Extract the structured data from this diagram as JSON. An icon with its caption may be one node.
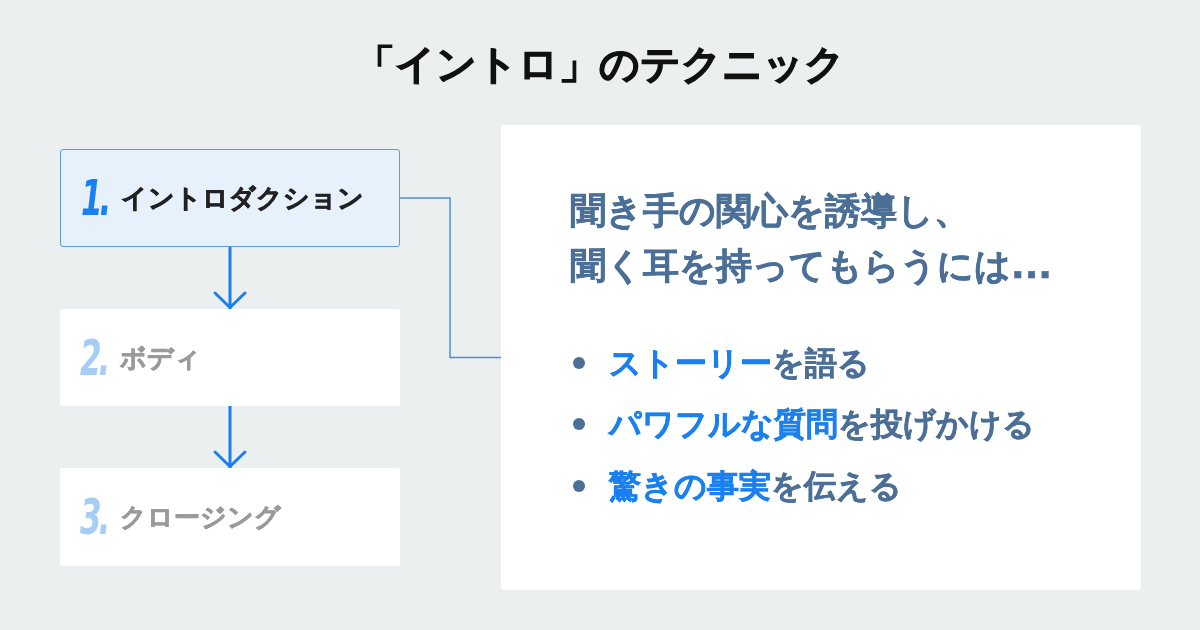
{
  "diagram": {
    "title": "「イントロ」のテクニック",
    "nodes": [
      {
        "text": [
          "1.",
          "イントロダクション"
        ]
      },
      {
        "text": [
          "2.",
          "ボディ"
        ]
      },
      {
        "text": [
          "3.",
          "クロージング"
        ]
      },
      {
        "text": [
          "聞き手の関心を誘導し、聞く耳を持ってもらうには...",
          "**ストーリー**を語る",
          "**パワフルな質問**を投げかける",
          "**驚きの事実**を伝える"
        ]
      }
    ],
    "edges": [
      {
        "from": 0,
        "to": 1,
        "arrow": "to"
      },
      {
        "from": 1,
        "to": 2,
        "arrow": "to"
      },
      {
        "from": 0,
        "to": 3,
        "arrow": "none",
        "color": "#4a90e2"
      }
    ]
  }
}
